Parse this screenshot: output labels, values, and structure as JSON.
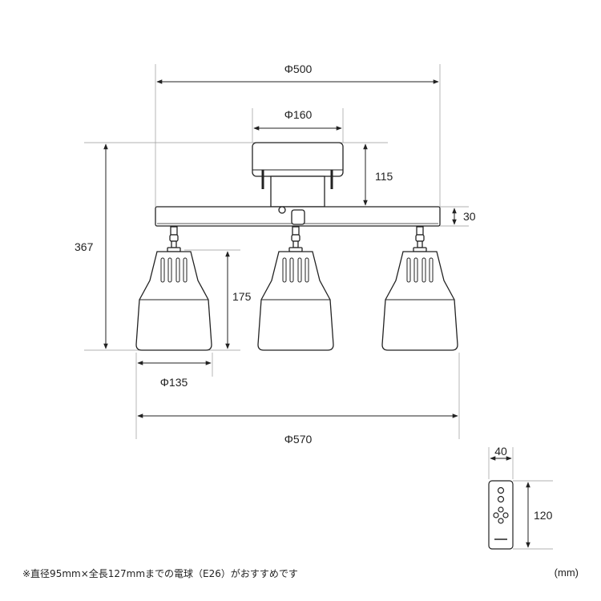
{
  "dimensions": {
    "overall_bar_width": "Φ500",
    "canopy_width": "Φ160",
    "canopy_height": "115",
    "bar_height": "30",
    "total_height": "367",
    "shade_height": "175",
    "shade_width": "Φ135",
    "overall_width": "Φ570",
    "remote_width": "40",
    "remote_height": "120"
  },
  "footnote": "※直径95mm×全長127mmまでの電球（E26）がおすすめです",
  "unit": "(mm)",
  "colors": {
    "line": "#222222",
    "guide": "#999999",
    "background": "#ffffff"
  }
}
